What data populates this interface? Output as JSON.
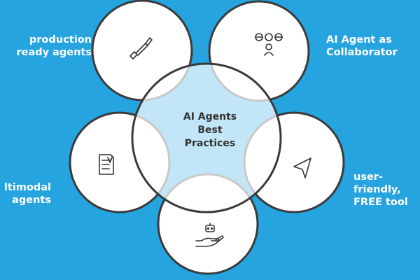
{
  "colors": {
    "background": "#25a4e0",
    "circle_fill": "#ffffff",
    "stroke": "#3a3a3a",
    "label_text": "#ffffff",
    "center_text": "#333333"
  },
  "center": {
    "lines": [
      "AI Agents",
      "Best",
      "Practices"
    ]
  },
  "items": [
    {
      "icon": "paintbrush-icon",
      "label_lines": [
        "production",
        "ready agents"
      ]
    },
    {
      "icon": "user-group-icon",
      "label_lines": [
        "AI Agent as",
        "Collaborator"
      ]
    },
    {
      "icon": "navigation-arrow-icon",
      "label_lines": [
        "user-",
        "friendly,",
        "FREE tool"
      ]
    },
    {
      "icon": "robot-hand-icon",
      "label_lines": []
    },
    {
      "icon": "document-icon",
      "label_lines": [
        "ltimodal",
        "agents"
      ]
    }
  ]
}
